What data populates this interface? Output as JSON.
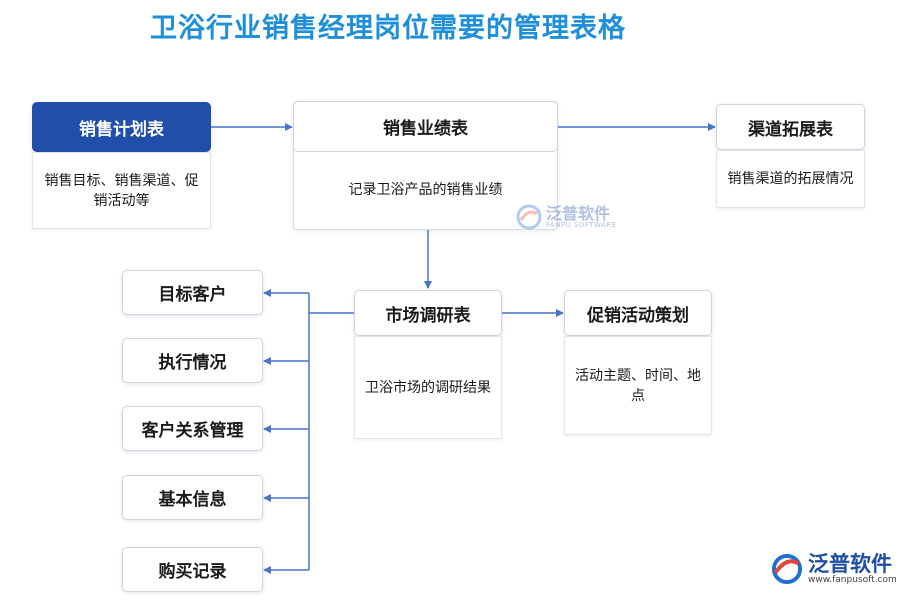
{
  "title": "卫浴行业销售经理岗位需要的管理表格",
  "colors": {
    "title": "#1e8fd8",
    "primary": "#1f4fa8",
    "connector": "#4a74c9"
  },
  "nodes": {
    "sales_plan": {
      "label": "销售计划表",
      "desc": "销售目标、销售渠道、促销活动等"
    },
    "sales_performance": {
      "label": "销售业绩表",
      "desc": "记录卫浴产品的销售业绩"
    },
    "channel_expansion": {
      "label": "渠道拓展表",
      "desc": "销售渠道的拓展情况"
    },
    "market_research": {
      "label": "市场调研表",
      "desc": "卫浴市场的调研结果"
    },
    "promotion_plan": {
      "label": "促销活动策划",
      "desc": "活动主题、时间、地点"
    },
    "target_customers": {
      "label": "目标客户"
    },
    "execution": {
      "label": "执行情况"
    },
    "crm": {
      "label": "客户关系管理"
    },
    "basic_info": {
      "label": "基本信息"
    },
    "purchase_records": {
      "label": "购买记录"
    }
  },
  "watermark": {
    "center_brand": "泛普软件",
    "center_sub": "FANPU SOFTWARE",
    "corner_brand": "泛普软件",
    "corner_url": "www.fanpusoft.com",
    "logo_icon": "fanpu-logo-icon"
  }
}
